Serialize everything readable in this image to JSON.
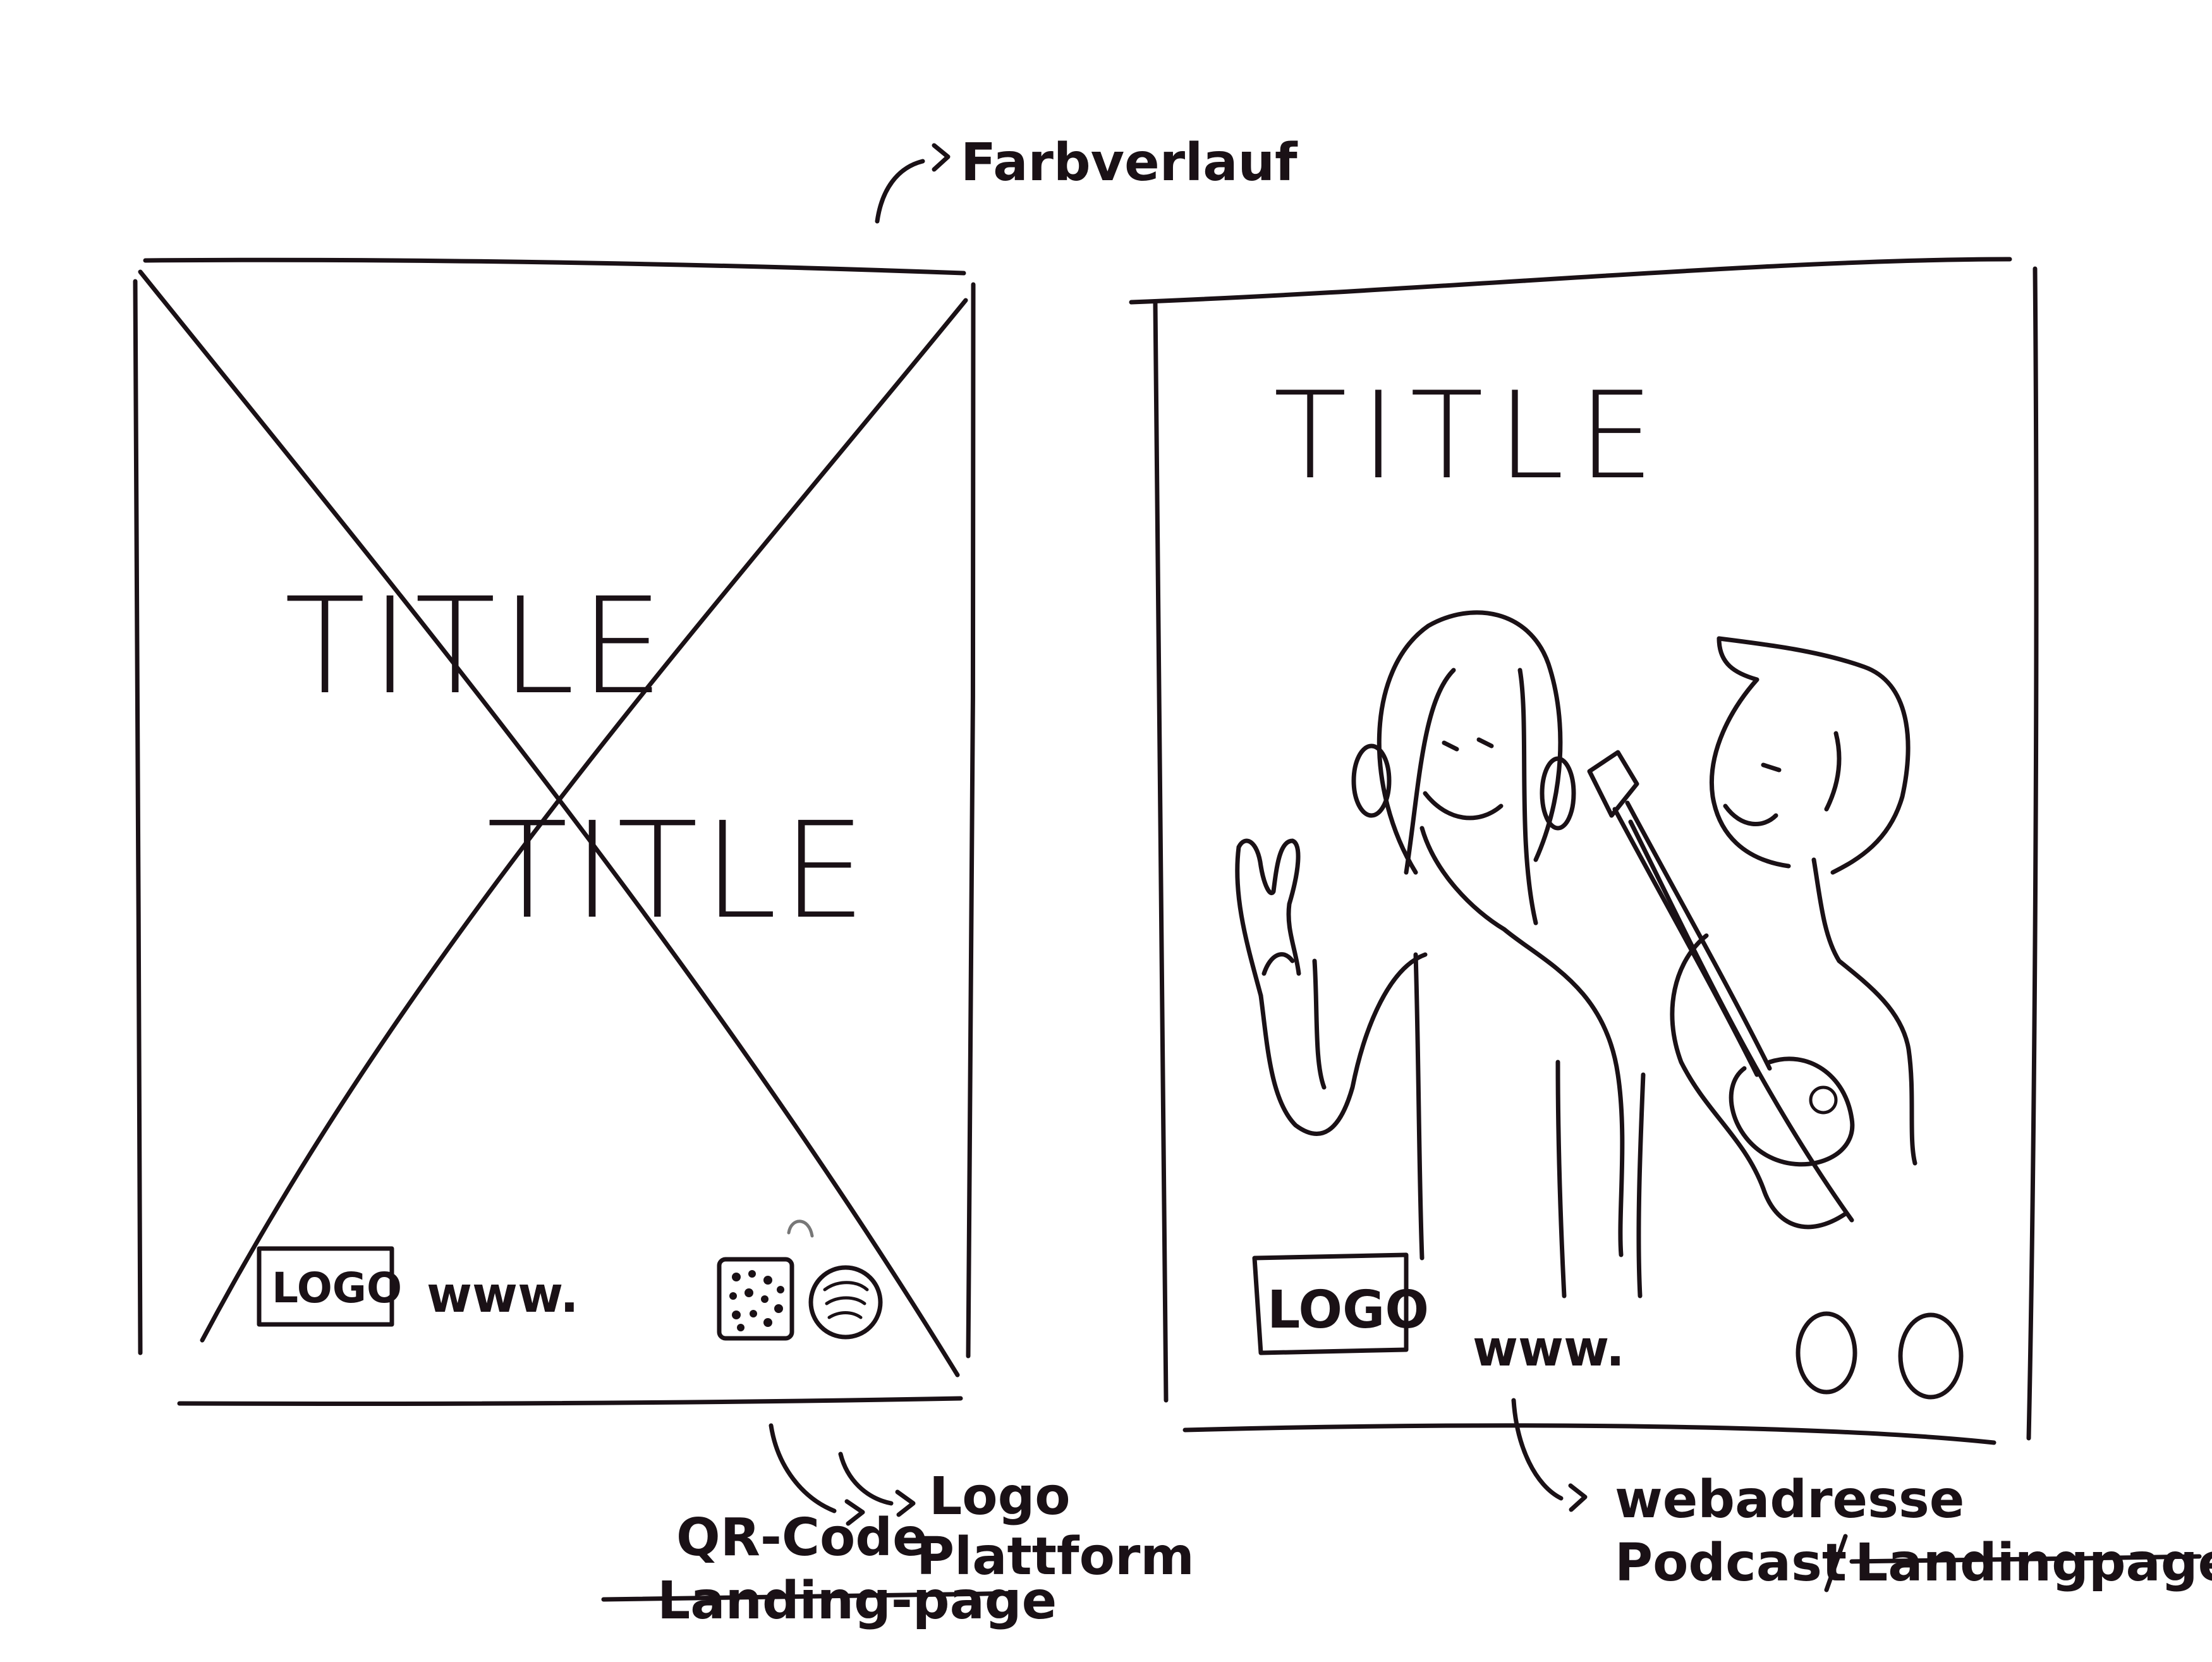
{
  "annotations": {
    "gradient_note": "Farbverlauf",
    "logo_note": "Logo",
    "platform_note": "Plattform",
    "qr_note": "QR-Code",
    "landing_note_struck": "Landing-page",
    "web_note": "webadresse",
    "podcast_note": "Podcast",
    "landing_note_right_struck": "Landingpage"
  },
  "poster_left": {
    "title_1": "TITLE",
    "title_2": "TITLE",
    "logo": "LOGO",
    "url": "www."
  },
  "poster_right": {
    "title": "TITLE",
    "logo": "LOGO",
    "url": "www."
  }
}
